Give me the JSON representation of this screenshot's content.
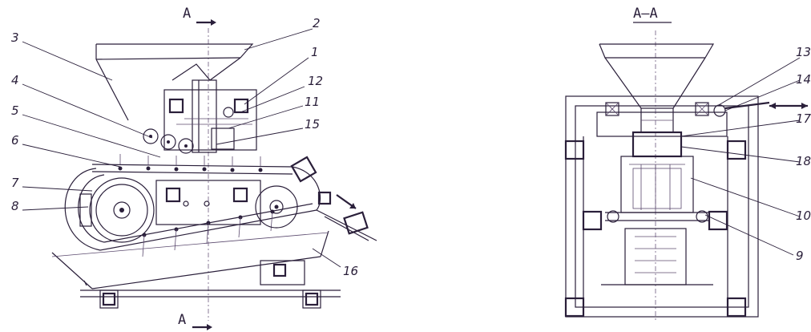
{
  "section_marks": {
    "top_left": "A",
    "bottom_left": "A",
    "title_right": "A–A"
  },
  "labels_left": [
    "3",
    "2",
    "1",
    "12",
    "4",
    "11",
    "5",
    "15",
    "6",
    "7",
    "8",
    "16"
  ],
  "labels_right": [
    "13",
    "14",
    "17",
    "18",
    "10",
    "9"
  ],
  "colors": {
    "ink": "#2a1f3a",
    "background": "#ffffff"
  }
}
